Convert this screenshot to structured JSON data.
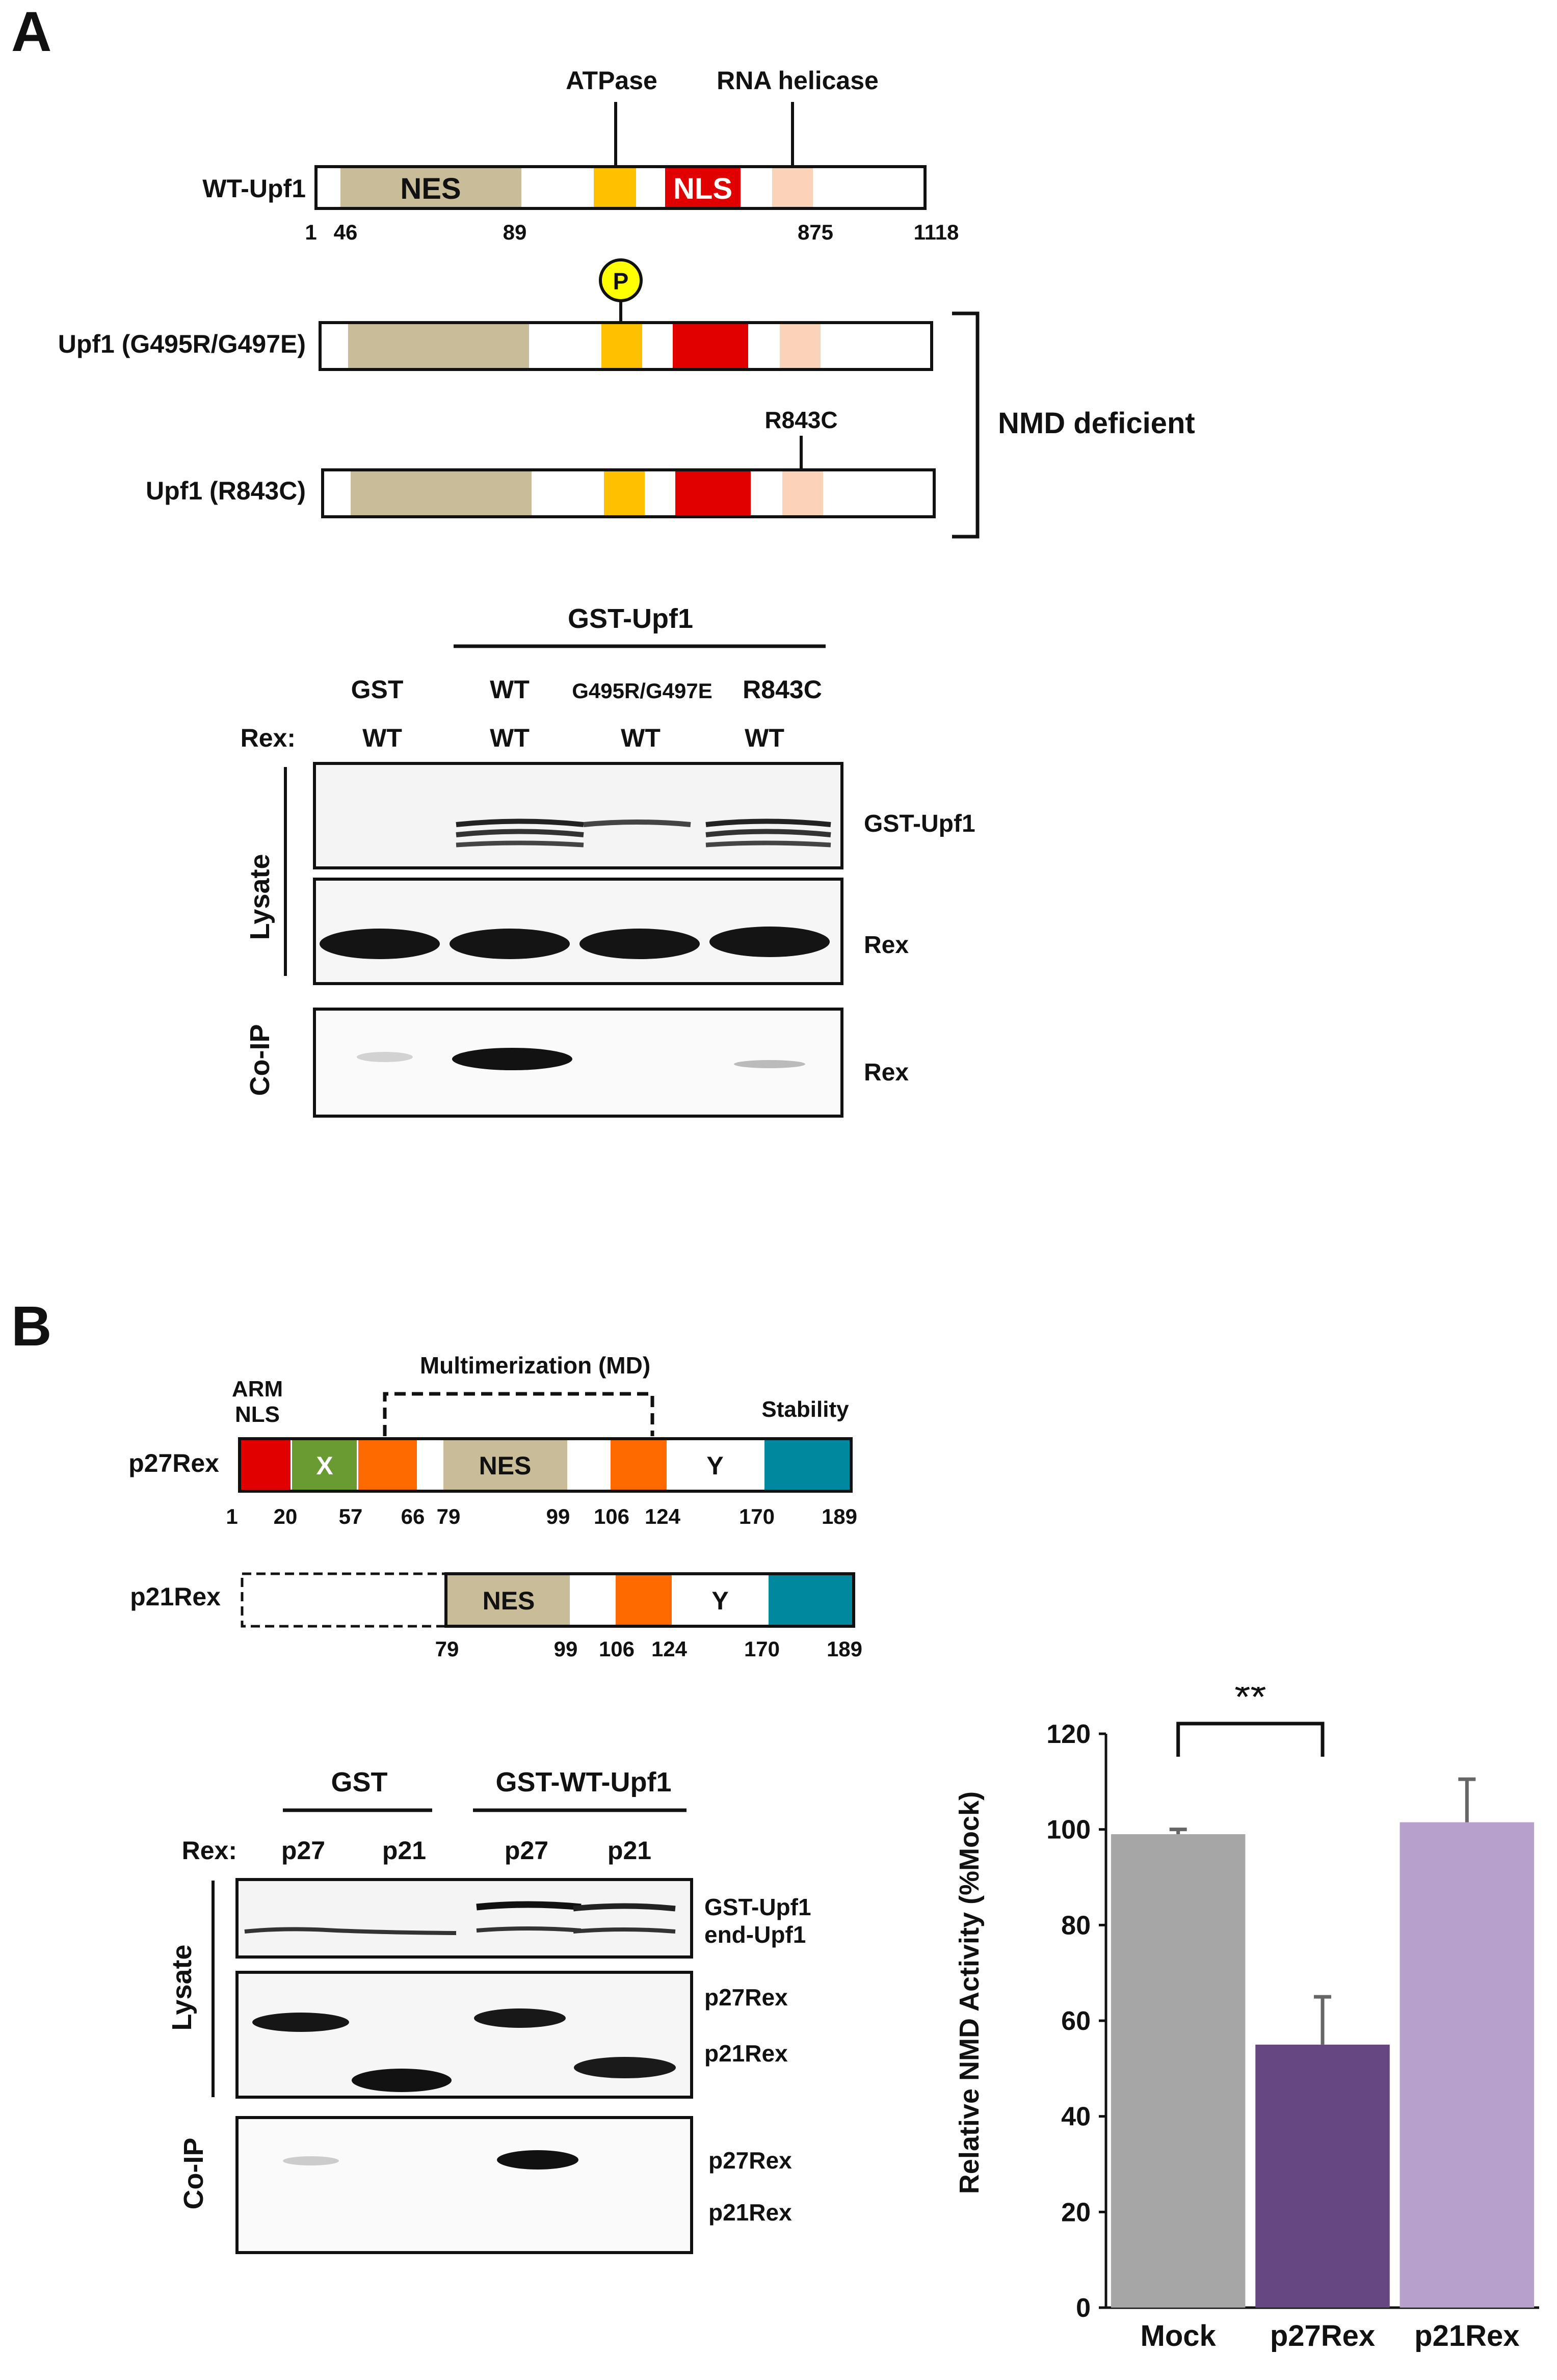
{
  "panel_a": {
    "letter": "A",
    "domain_labels": {
      "atpase": "ATPase",
      "helicase": "RNA  helicase"
    },
    "constructs": [
      {
        "label": "WT-Upf1",
        "nes_text": "NES",
        "nls_text": "NLS"
      },
      {
        "label": "Upf1  (G495R/G497E)",
        "p_marker": "P"
      },
      {
        "label": "Upf1  (R843C)",
        "mutation": "R843C"
      }
    ],
    "ticks": [
      "1",
      "46",
      "89",
      "875",
      "1118"
    ],
    "bracket_label": "NMD deficient",
    "blot": {
      "header": "GST-Upf1",
      "columns": [
        "GST",
        "WT",
        "G495R/G497E",
        "R843C"
      ],
      "rex_label": "Rex:",
      "rex_values": [
        "WT",
        "WT",
        "WT",
        "WT"
      ],
      "lysate_label": "Lysate",
      "coip_label": "Co-IP",
      "band_labels": [
        "GST-Upf1",
        "Rex",
        "Rex"
      ]
    },
    "colors": {
      "nes": "#c9bc98",
      "atpase": "#ffc000",
      "nls": "#e00000",
      "helicase": "#fbd3b8"
    }
  },
  "panel_b": {
    "letter": "B",
    "region_labels": {
      "arm": "ARM",
      "nls": "NLS",
      "multimer": "Multimerization (MD)",
      "stability": "Stability"
    },
    "p27": {
      "label": "p27Rex",
      "segments": [
        "X",
        "NES",
        "Y"
      ],
      "ticks": [
        "1",
        "20",
        "57",
        "66",
        "79",
        "99",
        "106",
        "124",
        "170",
        "189"
      ]
    },
    "p21": {
      "label": "p21Rex",
      "segments": [
        "NES",
        "Y"
      ],
      "ticks": [
        "79",
        "99",
        "106",
        "124",
        "170",
        "189"
      ]
    },
    "blot": {
      "groups": [
        "GST",
        "GST-WT-Upf1"
      ],
      "rex_label": "Rex:",
      "rex_values": [
        "p27",
        "p21",
        "p27",
        "p21"
      ],
      "lysate_label": "Lysate",
      "coip_label": "Co-IP",
      "labels_upf1": [
        "GST-Upf1",
        "end-Upf1"
      ],
      "labels_rex": [
        "p27Rex",
        "p21Rex"
      ],
      "labels_coip": [
        "p27Rex",
        "p21Rex"
      ]
    },
    "colors": {
      "nls": "#e00000",
      "x": "#6a9a32",
      "md": "#ff6a00",
      "nes": "#c9bc98",
      "stability": "#00889e"
    }
  },
  "chart_data": {
    "type": "bar",
    "categories": [
      "Mock",
      "p27Rex",
      "p21Rex"
    ],
    "series": [
      {
        "values": [
          99,
          55,
          101.5
        ],
        "errors": [
          1,
          10,
          9
        ]
      }
    ],
    "colors": [
      "#a6a6a6",
      "#674782",
      "#b7a0cb"
    ],
    "ylabel": "Relative NMD Activity  (%Mock)",
    "ylim": [
      0,
      120
    ],
    "yticks": [
      "0",
      "20",
      "40",
      "60",
      "80",
      "100",
      "120"
    ],
    "significance": "**"
  }
}
